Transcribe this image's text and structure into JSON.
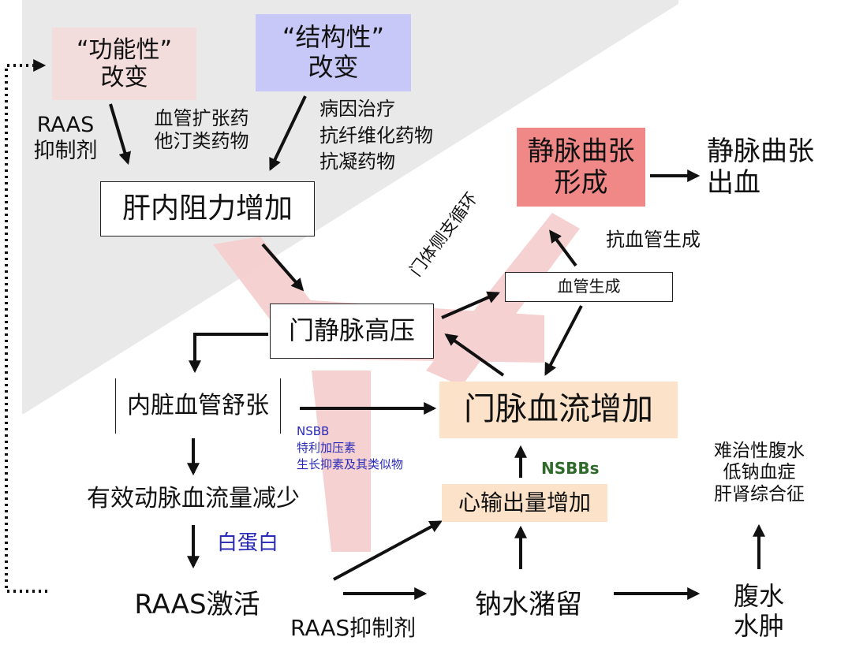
{
  "nodes": {
    "functional_change": [
      "“功能性”",
      "改变"
    ],
    "structural_change": [
      "“结构性”",
      "改变"
    ],
    "intrahepatic_resistance": "肝内阻力增加",
    "portal_hypertension": "门静脉高压",
    "splanchnic_vasodilation": "内脏血管舒张",
    "portal_blood_flow_increase": "门脉血流增加",
    "angiogenesis": "血管生成",
    "varices_formation": [
      "静脉曲张",
      "形成"
    ],
    "variceal_bleeding": [
      "静脉曲张",
      "出血"
    ],
    "effective_arterial_volume_decrease": "有效动脉血流量减少",
    "raas_activation": "RAAS激活",
    "sodium_water_retention": "钠水潴留",
    "cardiac_output_increase": "心输出量增加",
    "ascites_edema": [
      "腹水",
      "水肿"
    ],
    "complications": [
      "难治性腹水",
      "低钠血症",
      "肝肾综合征"
    ]
  },
  "labels": {
    "raas_inhibitor_top": [
      "RAAS",
      "抑制剂"
    ],
    "vasodilators": [
      "血管扩张药",
      "他汀类药物"
    ],
    "etiology_treatment": [
      "病因治疗",
      "抗纤维化药物",
      "抗凝药物"
    ],
    "collateral_circulation": "门体侧支循环",
    "anti_angiogenesis": "抗血管生成",
    "nsbb_list": [
      "NSBB",
      "特利加压素",
      "生长抑素及其类似物"
    ],
    "nsbbs": "NSBBs",
    "albumin": "白蛋白",
    "raas_inhibitor_bottom": "RAAS抑制剂"
  },
  "colors": {
    "functional_fill": "#f3dcdc",
    "structural_fill": "#c8c8f8",
    "varices_fill": "#f08888",
    "highlight_fill": "#fbe2c8",
    "background_band": "#e9e9e9",
    "pink_band": "#f5cfcf",
    "blue_text": "#2a2ab8",
    "green_text": "#2e6b2a"
  }
}
